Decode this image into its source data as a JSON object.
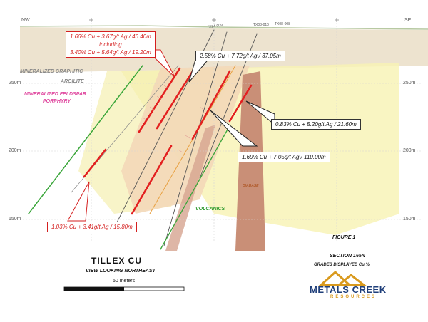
{
  "compass": {
    "left": "NW",
    "right": "SE"
  },
  "elevations": [
    "250m",
    "200m",
    "150m"
  ],
  "holes": [
    "TX24-009",
    "TX08-010",
    "TX08-008"
  ],
  "units": {
    "graphitic": "MINERALIZED GRAPHITIC",
    "argilite": "ARGILITE",
    "feldspar_1": "MINERALIZED FELDSPAR",
    "feldspar_2": "PORPHYRY",
    "volcanics": "VOLCANICS",
    "diabase": "DIABASE"
  },
  "intercepts": {
    "a_line1": "1.66% Cu + 3.67g/t Ag / 46.40m",
    "a_line2": "including",
    "a_line3": "3.40% Cu + 5.64g/t Ag / 19.20m",
    "b": "2.58% Cu + 7.72g/t Ag / 37.05m",
    "c": "0.83% Cu + 5.20g/t Ag / 21.60m",
    "d": "1.69% Cu + 7.05g/t Ag / 110.00m",
    "e": "1.03% Cu + 3.41g/t Ag / 15.80m"
  },
  "figure_label": "FIGURE 1",
  "title": "TILLEX CU",
  "view": "VIEW LOOKING NORTHEAST",
  "scale_label": "50 meters",
  "section": "SECTION 165N",
  "grades": "GRADES DISPLAYED Cu %",
  "logo": {
    "name": "METALS CREEK",
    "sub": "RESOURCES"
  },
  "colors": {
    "overburden": "#ede3cf",
    "graphitic_zone": "#f6e4c6",
    "yellow_zone": "#f7f3b3",
    "diabase": "#c98f77",
    "high_grade": "#e32020",
    "drill_green": "#3aa63a",
    "logo_gold": "#d99a1e",
    "logo_blue": "#1f3f7a"
  }
}
